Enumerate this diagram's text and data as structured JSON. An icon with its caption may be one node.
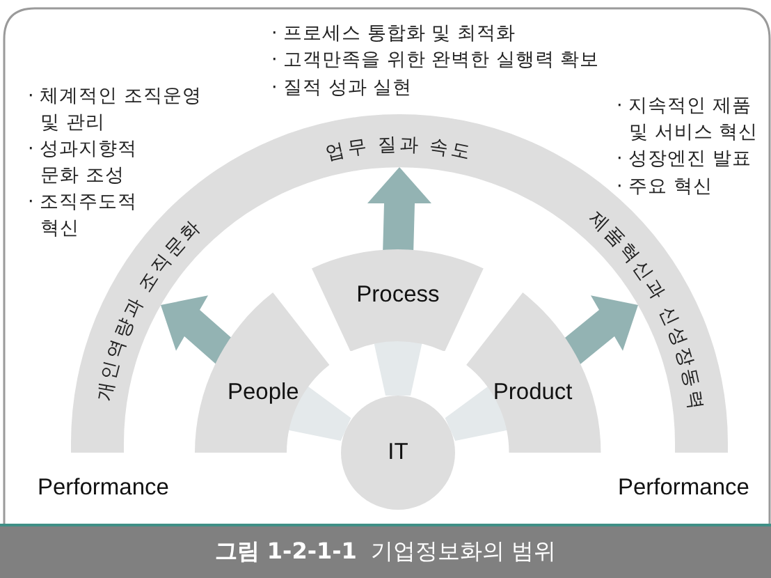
{
  "diagram": {
    "caption": "**그림 1-2-1-1**  기업정보화의 범위",
    "nodes": [
      {
        "text": [
          "개인역량과 조직문화",
          "업무 질과 속도",
          "제품혁신과 신성장동력"
        ]
      },
      {
        "text": [
          "People"
        ]
      },
      {
        "text": [
          "Process"
        ]
      },
      {
        "text": [
          "Product"
        ]
      },
      {
        "text": [
          "IT"
        ]
      }
    ],
    "edges": [
      {
        "from": 4,
        "to": 1,
        "arrow": "none",
        "color": "#e4e9eb"
      },
      {
        "from": 4,
        "to": 2,
        "arrow": "none",
        "color": "#e4e9eb"
      },
      {
        "from": 4,
        "to": 3,
        "arrow": "none",
        "color": "#e4e9eb"
      },
      {
        "from": 1,
        "to": 0,
        "arrow": "to",
        "color": "#93b3b3"
      },
      {
        "from": 2,
        "to": 0,
        "arrow": "to",
        "color": "#93b3b3"
      },
      {
        "from": 3,
        "to": 0,
        "arrow": "to",
        "color": "#93b3b3"
      }
    ],
    "labels": [
      "· 프로세스 통합화 및 최적화",
      "· 고객만족을 위한 완벽한 실행력 확보",
      "· 질적 성과 실현",
      "· 체계적인 조직운영 및 관리",
      "· 성과지향적 문화 조성",
      "· 조직주도적 혁신",
      "· 지속적인 제품 및 서비스 혁신",
      "· 성장엔진 발표",
      "· 주요 혁신",
      "Performance",
      "Performance"
    ]
  }
}
